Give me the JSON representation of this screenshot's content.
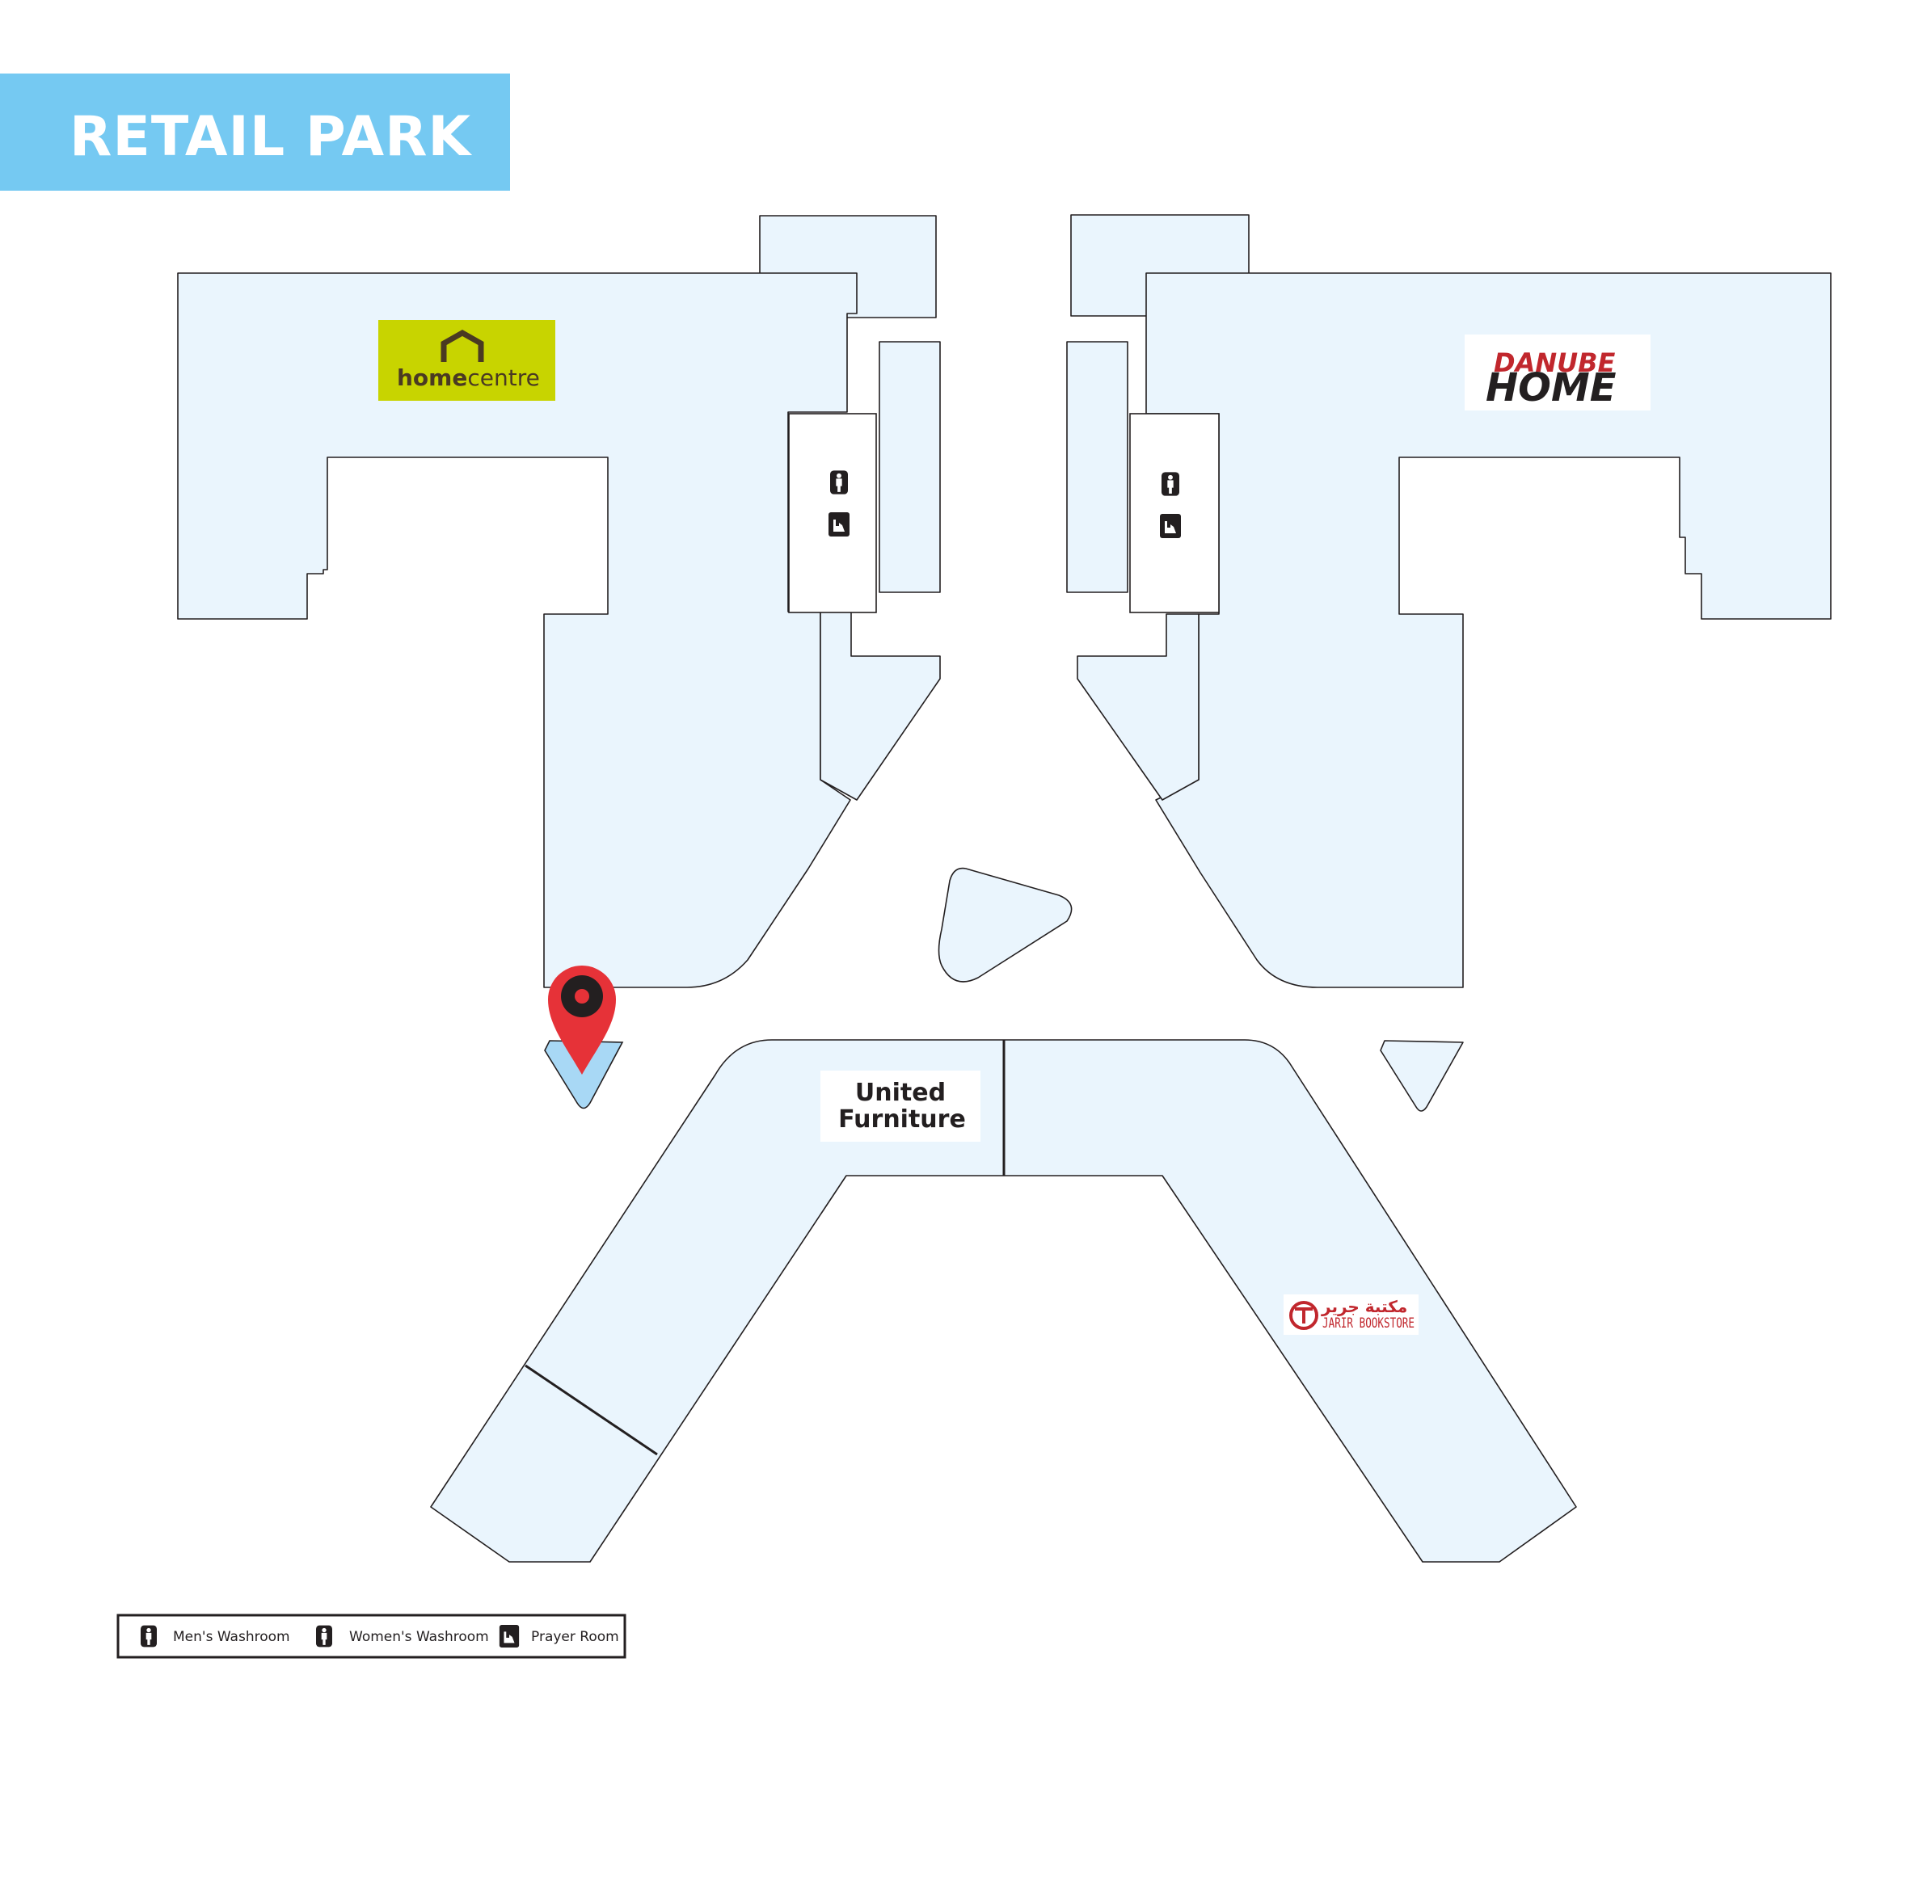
{
  "title": "RETAIL PARK",
  "colors": {
    "title_band": "#75c9f2",
    "unit_fill": "#eaf5fd",
    "outline": "#231f20",
    "pin_red": "#e63238",
    "pin_target": "#a8d8f5",
    "homecentre_bg": "#c8d400",
    "jarir_red": "#c1272d"
  },
  "stores": {
    "homecentre": {
      "name_bold": "home",
      "name_light": "centre",
      "logo_icon": "house-roof-icon"
    },
    "danube": {
      "line1": "DANUBE",
      "line2": "HOME"
    },
    "united_furniture": {
      "line1": "United",
      "line2": "Furniture"
    },
    "jarir": {
      "arabic": "مكتبة جرير",
      "english": "JARIR BOOKSTORE",
      "logo_icon": "jarir-emblem-icon"
    }
  },
  "amenities_icons": [
    "mens-washroom-icon",
    "prayer-room-icon"
  ],
  "location_pin": {
    "icon": "map-pin-icon"
  },
  "legend": {
    "items": [
      {
        "label": "Men's Washroom",
        "icon": "mens-washroom-icon"
      },
      {
        "label": "Women's Washroom",
        "icon": "womens-washroom-icon"
      },
      {
        "label": "Prayer Room",
        "icon": "prayer-room-icon"
      }
    ]
  }
}
